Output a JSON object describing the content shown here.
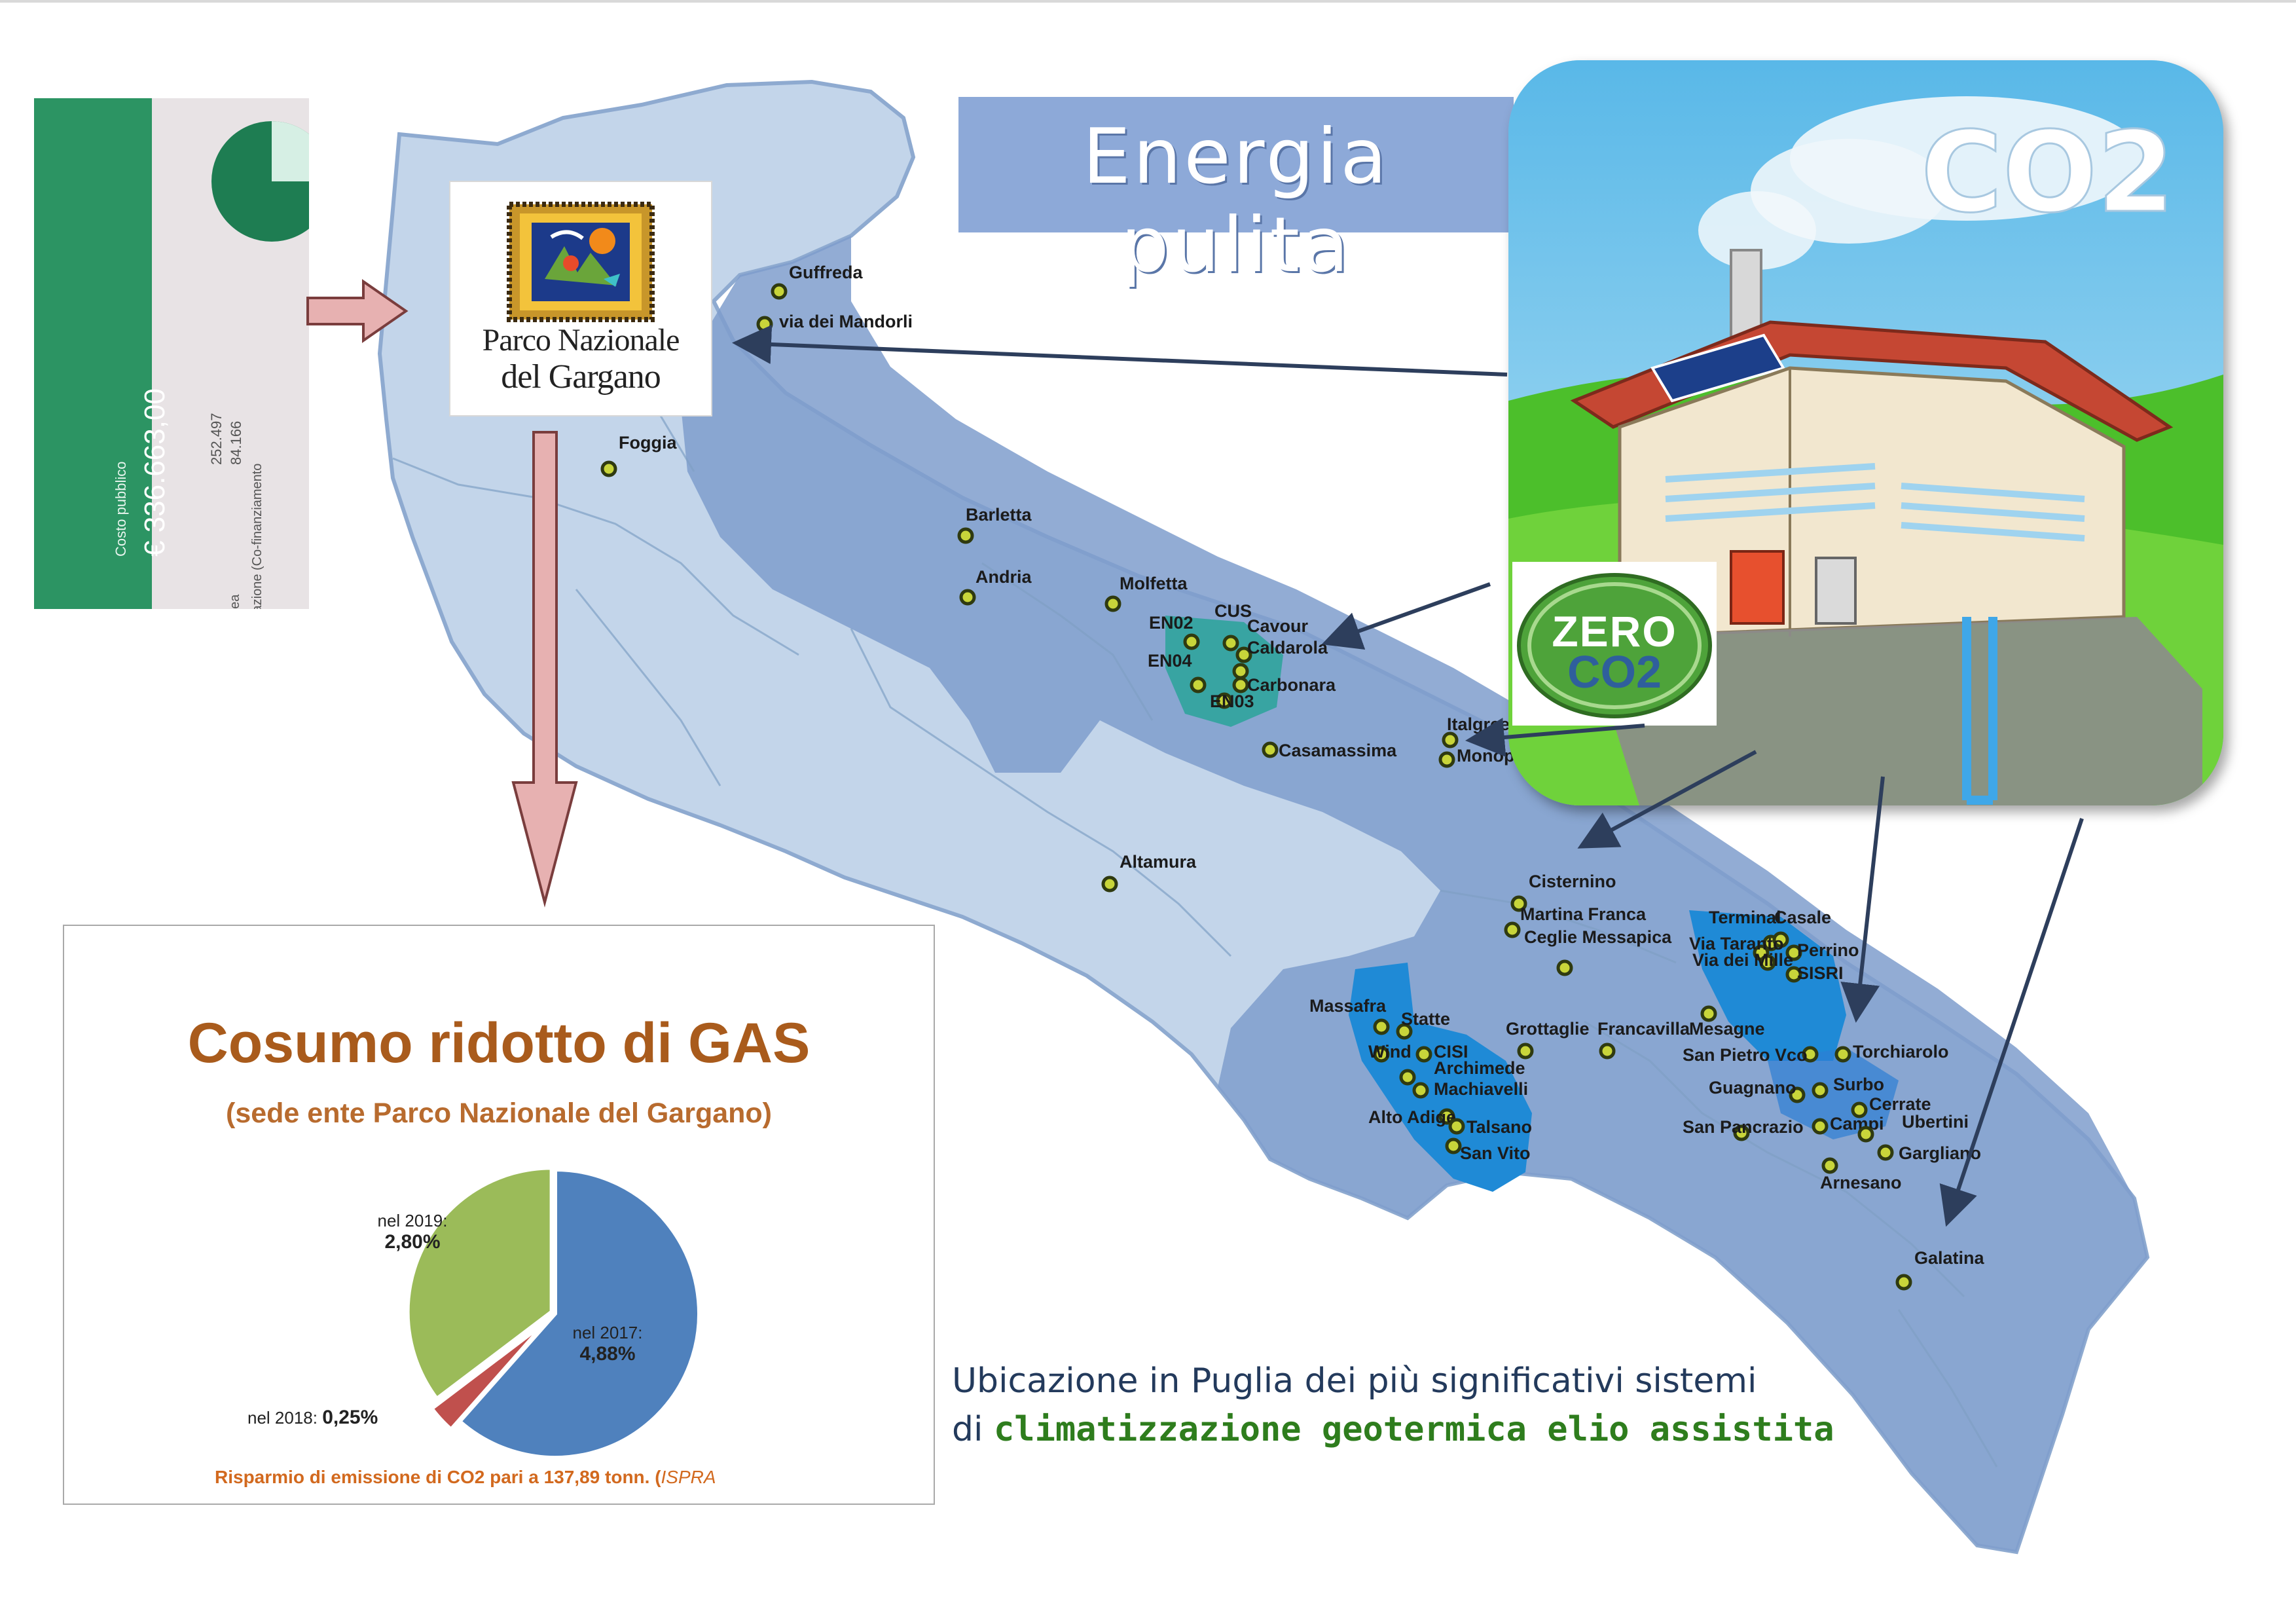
{
  "title": "Energia pulita",
  "cost_slip": {
    "label": "Costo pubblico",
    "value": "€ 336.663,00",
    "amount_1": "252.497",
    "amount_2": "84.166",
    "item_1": "Unione europea",
    "item_2": "Fondo di Rotazione (Co-finanziamento nazionale)"
  },
  "park_logo": {
    "name_line1": "Parco Nazionale",
    "name_line2": "del Gargano"
  },
  "house_card": {
    "co2_text": "CO2"
  },
  "zero_badge": {
    "zero": "ZERO",
    "co2": "CO2"
  },
  "map": {
    "towns": [
      {
        "name": "Guffreda"
      },
      {
        "name": "via dei Mandorli"
      },
      {
        "name": "Foggia"
      },
      {
        "name": "Barletta"
      },
      {
        "name": "Andria"
      },
      {
        "name": "Molfetta"
      },
      {
        "name": "EN02"
      },
      {
        "name": "CUS"
      },
      {
        "name": "Cavour"
      },
      {
        "name": "Caldarola"
      },
      {
        "name": "EN04"
      },
      {
        "name": "Carbonara"
      },
      {
        "name": "EN03"
      },
      {
        "name": "Italgreen"
      },
      {
        "name": "Monopoli"
      },
      {
        "name": "Casamassima"
      },
      {
        "name": "Altamura"
      },
      {
        "name": "Cisternino"
      },
      {
        "name": "Martina Franca"
      },
      {
        "name": "Ceglie Messapica"
      },
      {
        "name": "Terminal"
      },
      {
        "name": "Casale"
      },
      {
        "name": "Via Taranto"
      },
      {
        "name": "Perrino"
      },
      {
        "name": "Via dei Mille"
      },
      {
        "name": "SISRI"
      },
      {
        "name": "Massafra"
      },
      {
        "name": "Statte"
      },
      {
        "name": "Wind"
      },
      {
        "name": "CISI"
      },
      {
        "name": "Archimede"
      },
      {
        "name": "Machiavelli"
      },
      {
        "name": "Alto Adige"
      },
      {
        "name": "Talsano"
      },
      {
        "name": "San Vito"
      },
      {
        "name": "Grottaglie"
      },
      {
        "name": "Francavilla"
      },
      {
        "name": "Mesagne"
      },
      {
        "name": "Torchiarolo"
      },
      {
        "name": "San Pietro Vco"
      },
      {
        "name": "Guagnano"
      },
      {
        "name": "Surbo"
      },
      {
        "name": "Cerrate"
      },
      {
        "name": "San Pancrazio"
      },
      {
        "name": "Campi"
      },
      {
        "name": "Ubertini"
      },
      {
        "name": "Gargliano"
      },
      {
        "name": "Arnesano"
      },
      {
        "name": "Galatina"
      }
    ]
  },
  "gas_card": {
    "title": "Cosumo ridotto di GAS",
    "subtitle": "(sede ente Parco Nazionale del Gargano)",
    "footer_main": "Risparmio di emissione di CO2 pari a 137,89 tonn. (",
    "footer_italic": "ISPRA",
    "chart_data": {
      "type": "pie",
      "categories": [
        "nel 2017:",
        "nel 2018:",
        "nel 2019:"
      ],
      "value_labels": [
        "4,88%",
        "0,25%",
        "2,80%"
      ],
      "values": [
        4.88,
        0.25,
        2.8
      ],
      "colors": [
        "#4f81bd",
        "#c0504d",
        "#9bbb59"
      ]
    }
  },
  "caption": {
    "line1": "Ubicazione in Puglia dei più significativi sistemi",
    "line2_prefix": "di ",
    "line2_highlight": "climatizzazione geotermica elio assistita"
  }
}
